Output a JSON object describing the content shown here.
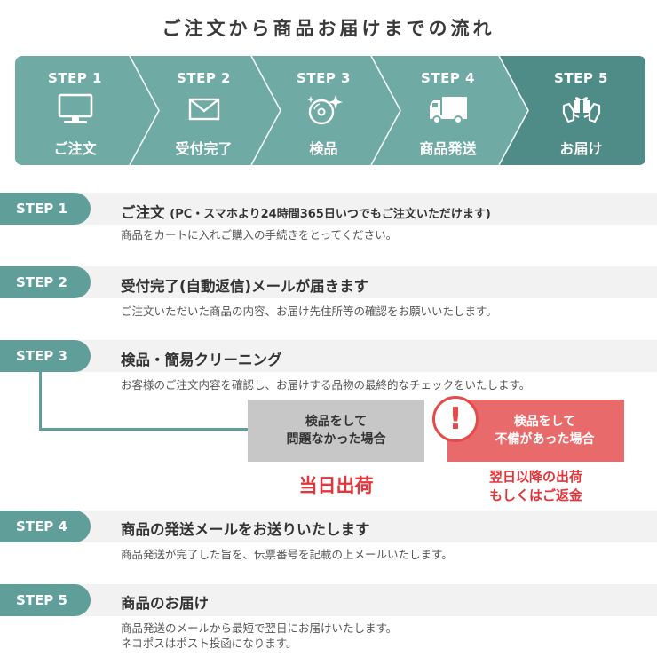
{
  "title": "ご注文から商品お届けまでの流れ",
  "flow": [
    {
      "step": "STEP 1",
      "name": "ご注文",
      "icon": "computer-icon"
    },
    {
      "step": "STEP 2",
      "name": "受付完了",
      "icon": "mail-icon"
    },
    {
      "step": "STEP 3",
      "name": "検品",
      "icon": "disc-sparkle-icon"
    },
    {
      "step": "STEP 4",
      "name": "商品発送",
      "icon": "truck-icon"
    },
    {
      "step": "STEP 5",
      "name": "お届け",
      "icon": "gift-hands-icon"
    }
  ],
  "steps": [
    {
      "label": "STEP 1",
      "title": "ご注文",
      "title_sub": "(PC・スマホより24時間365日いつでもご注文いただけます)",
      "desc": [
        "商品をカートに入れご購入の手続きをとってください。"
      ]
    },
    {
      "label": "STEP 2",
      "title": "受付完了(自動返信)メールが届きます",
      "title_sub": "",
      "desc": [
        "ご注文いただいた商品の内容、お届け先住所等の確認をお願いいたします。"
      ]
    },
    {
      "label": "STEP 3",
      "title": "検品・簡易クリーニング",
      "title_sub": "",
      "desc": [
        "お客様のご注文内容を確認し、お届けする品物の最終的なチェックをいたします。"
      ]
    },
    {
      "label": "STEP 4",
      "title": "商品の発送メールをお送りいたします",
      "title_sub": "",
      "desc": [
        "商品発送が完了した旨を、伝票番号を記載の上メールいたします。"
      ]
    },
    {
      "label": "STEP 5",
      "title": "商品のお届け",
      "title_sub": "",
      "desc": [
        "商品発送のメールから最短で翌日にお届けいたします。",
        "ネコポスはポスト投函になります。"
      ]
    }
  ],
  "inspection": {
    "ok_box": [
      "検品をして",
      "問題なかった場合"
    ],
    "ok_result": "当日出荷",
    "ng_box": [
      "検品をして",
      "不備があった場合"
    ],
    "ng_mark": "!",
    "ng_result": [
      "翌日以降の出荷",
      "もしくはご返金"
    ]
  },
  "colors": {
    "teal": "#5f9e99",
    "teal_light": "#6faaa5",
    "teal_dark": "#4f8c87",
    "red": "#e96a6a",
    "accent_red": "#e3353a",
    "gray_box": "#c7c7c7",
    "band": "#f2f2f2"
  }
}
